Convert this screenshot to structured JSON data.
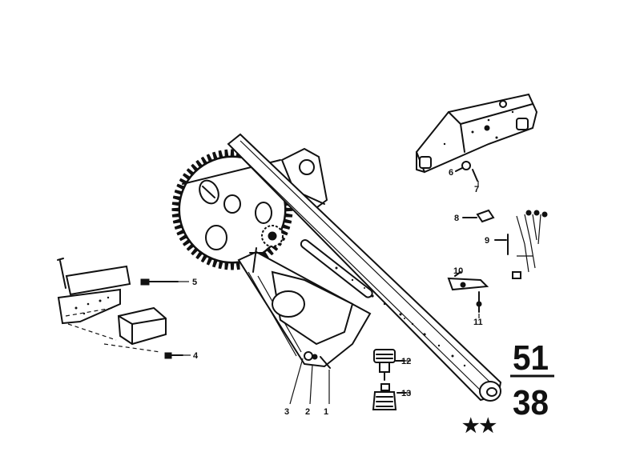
{
  "callouts": [
    {
      "id": "1",
      "label": "1"
    },
    {
      "id": "2",
      "label": "2"
    },
    {
      "id": "3",
      "label": "3"
    },
    {
      "id": "4",
      "label": "4"
    },
    {
      "id": "5",
      "label": "5"
    },
    {
      "id": "6",
      "label": "6"
    },
    {
      "id": "7",
      "label": "7"
    },
    {
      "id": "8",
      "label": "8"
    },
    {
      "id": "9",
      "label": "9"
    },
    {
      "id": "10",
      "label": "10"
    },
    {
      "id": "11",
      "label": "11"
    },
    {
      "id": "12",
      "label": "12"
    },
    {
      "id": "13",
      "label": "13"
    }
  ],
  "reference": {
    "group": "51",
    "sheet": "38",
    "stars": "★★"
  }
}
